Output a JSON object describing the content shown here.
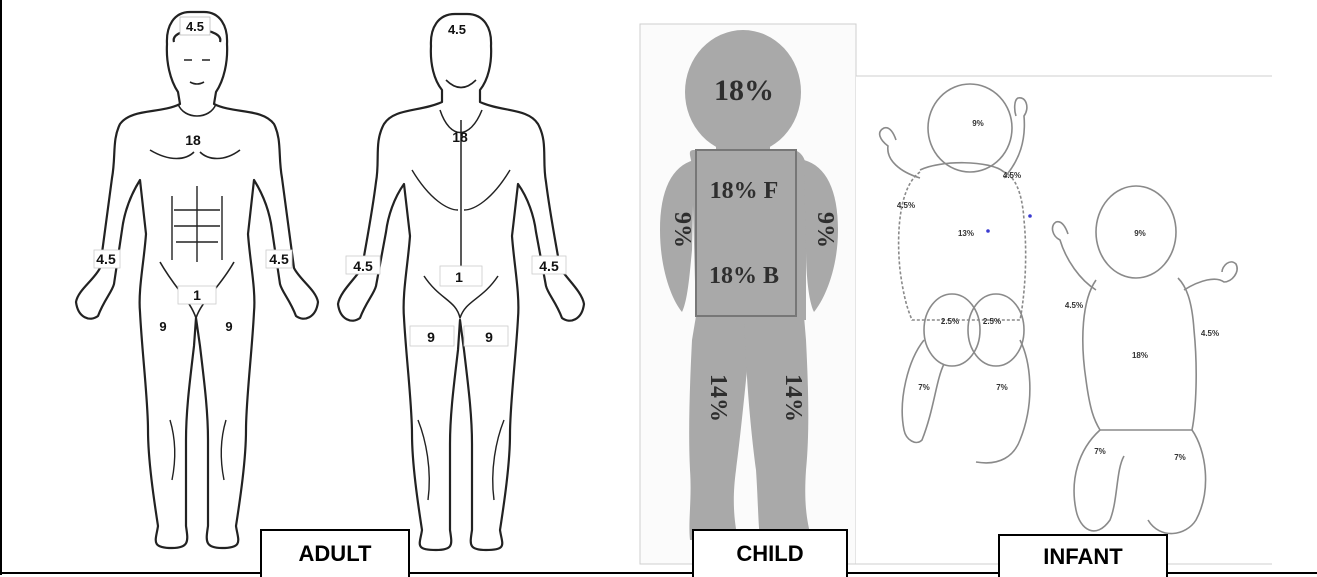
{
  "labels": {
    "adult_front": {
      "head": "4.5",
      "chest": "18",
      "left_arm": "4.5",
      "right_arm": "4.5",
      "groin": "1",
      "left_leg": "9",
      "right_leg": "9"
    },
    "adult_back": {
      "head": "4.5",
      "back": "18",
      "left_arm": "4.5",
      "right_arm": "4.5",
      "buttock": "1",
      "left_leg": "9",
      "right_leg": "9"
    },
    "child": {
      "head": "18%",
      "trunk_front": "18% F",
      "trunk_back": "18% B",
      "left_arm": "9%",
      "right_arm": "9%",
      "left_leg": "14%",
      "right_leg": "14%"
    },
    "infant_1": {
      "head": "9%",
      "arm_upper": "4.5%",
      "arm_left": "4.5%",
      "trunk": "13%",
      "buttock_left": "2.5%",
      "buttock_right": "2.5%",
      "leg_left": "7%",
      "leg_right": "7%"
    },
    "infant_2": {
      "head": "9%",
      "arm_left": "4.5%",
      "arm_right": "4.5%",
      "trunk": "18%",
      "leg_left": "7%",
      "leg_right": "7%"
    }
  },
  "captions": {
    "adult": "ADULT",
    "child": "CHILD",
    "infant": "INFANT"
  },
  "colors": {
    "child_silhouette": "#a9a9a9",
    "outline": "#222222",
    "infant_outline": "#8a8a8a"
  }
}
